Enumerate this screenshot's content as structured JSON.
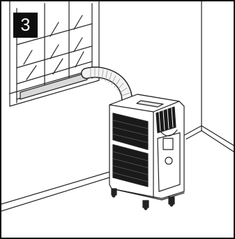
{
  "step": {
    "number": "3"
  },
  "illustration": {
    "subject": "portable-air-conditioner",
    "elements": [
      "window",
      "exhaust-hose",
      "air-conditioner-unit",
      "room-corner"
    ]
  },
  "colors": {
    "line": "#222222",
    "badge_bg": "#0d0d0d",
    "badge_text": "#ffffff",
    "unit_body": "#ffffff",
    "unit_grille": "#1a1a1a",
    "window_sill": "#d9d9d9"
  }
}
